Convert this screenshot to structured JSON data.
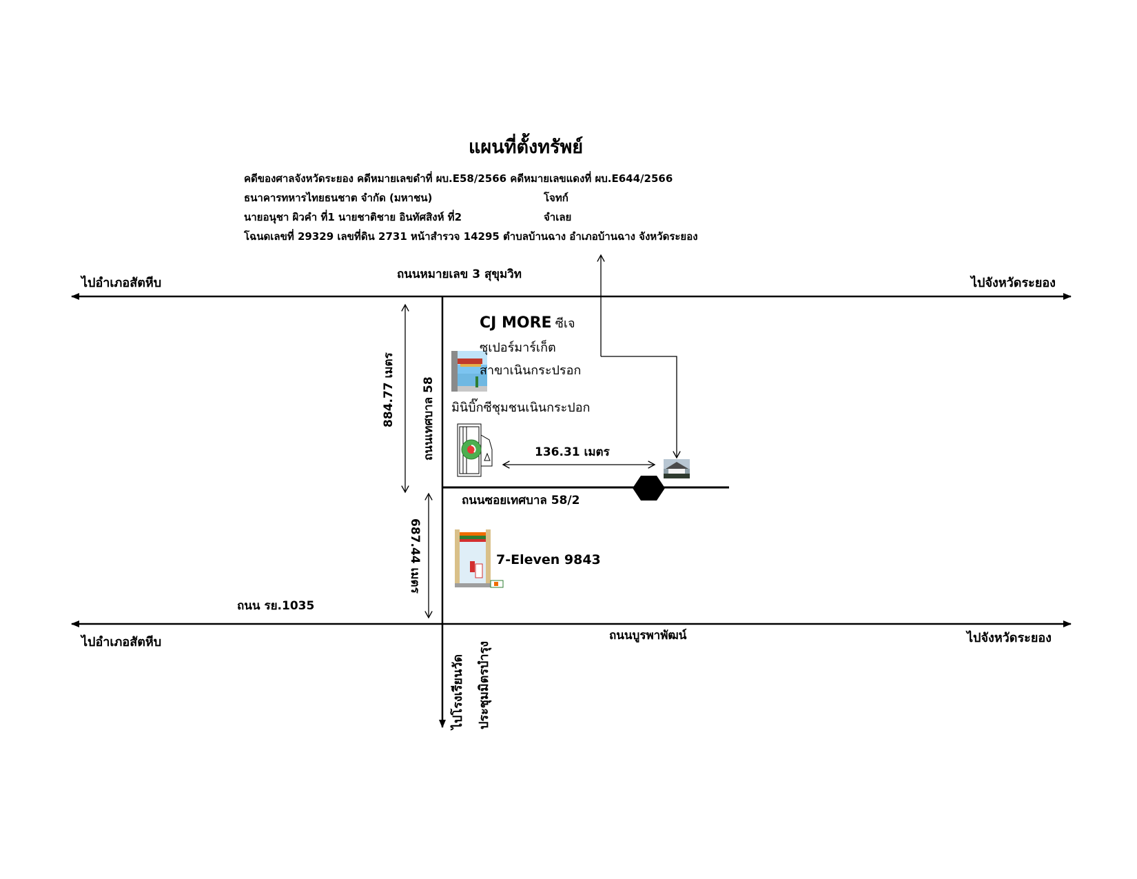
{
  "title": "แผนที่ตั้งทรัพย์",
  "case_info": {
    "line1": "คดีของศาลจังหวัดระยอง คดีหมายเลขดำที่ ผบ.E58/2566 คดีหมายเลขแดงที่ ผบ.E644/2566",
    "plaintiff": "ธนาคารทหารไทยธนชาต จำกัด (มหาชน)",
    "plaintiff_role": "โจทก์",
    "defendant": "นายอนุชา ผิวคำ ที่1 นายชาติชาย อินทัศสิงห์ ที่2",
    "defendant_role": "จำเลย",
    "deed": "โฉนดเลขที่ 29329 เลขที่ดิน 2731 หน้าสำรวจ 14295 ตำบลบ้านฉาง อำเภอบ้านฉาง จังหวัดระยอง"
  },
  "roads": {
    "sukhumvit": "ถนนหมายเลข 3 สุขุมวิท",
    "thetsaban58": "ถนนเทศบาล 58",
    "soi58_2": "ถนนซอยเทศบาล 58/2",
    "ry1035": "ถนน รย.1035",
    "burapha": "ถนนบูรพาพัฒน์"
  },
  "directions": {
    "top_left": "ไปอำเภอสัตหีบ",
    "top_right": "ไปจังหวัดระยอง",
    "bottom_left": "ไปอำเภอสัตหีบ",
    "bottom_right": "ไปจังหวัดระยอง",
    "down_line1": "ไปโรงเรียนวัด",
    "down_line2": "ประชุมมิตรบำรุง"
  },
  "distances": {
    "upper": "884.77 เมตร",
    "lower": "687.44 เมตร",
    "horizontal": "136.31 เมตร"
  },
  "landmarks": {
    "cj_brand": "CJ MORE",
    "cj_thai": "ซีเจ",
    "cj_line2": "ซุเปอร์มาร์เก็ต",
    "cj_line3": "สาขาเนินกระปรอก",
    "mini_bigc": "มินิบิ๊กซีชุมชนเนินกระปอก",
    "seven_eleven": "7-Eleven 9843"
  },
  "icons": {
    "cj_store": "supermarket-photo-icon",
    "mini_bigc": "mini-bigc-store-icon",
    "seven_eleven": "seven-eleven-store-icon",
    "property": "property-house-icon",
    "marker": "hexagon-marker-icon"
  },
  "colors": {
    "line": "#000000",
    "bigc_green": "#4caf50",
    "bigc_red": "#e53935",
    "seven_green": "#2e7d32",
    "seven_orange": "#ef6c00",
    "seven_red": "#d32f2f"
  }
}
